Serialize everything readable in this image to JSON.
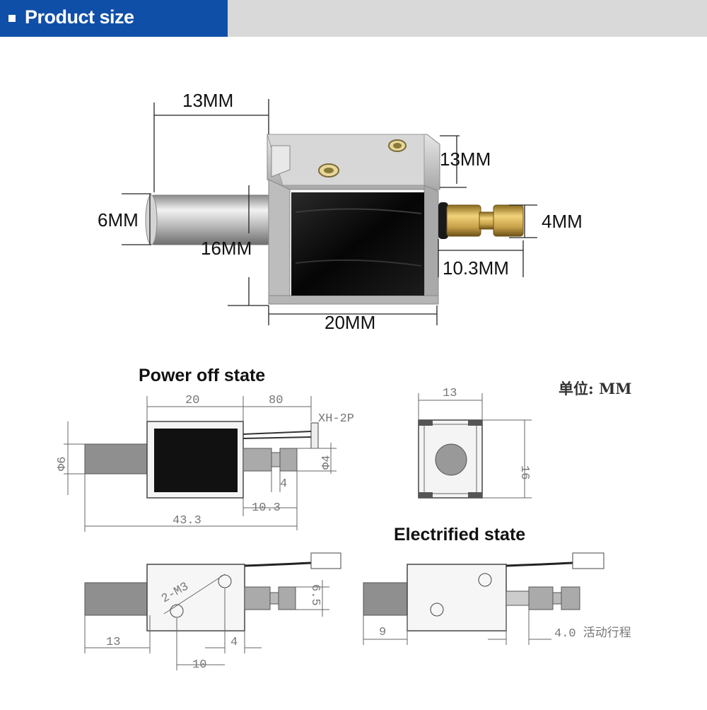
{
  "header": {
    "title": "Product size"
  },
  "colors": {
    "header_blue": "#0f4fa8",
    "header_gray": "#d9d9d9",
    "brass": "#c9a24a",
    "metal": "#c8c8c8"
  },
  "photo_dims": {
    "top_width": "13MM",
    "right_height": "13MM",
    "plunger_dia": "6MM",
    "body_height": "16MM",
    "shaft_dia": "4MM",
    "shaft_len": "10.3MM",
    "body_width": "20MM"
  },
  "drawing": {
    "power_off_title": "Power off state",
    "electrified_title": "Electrified state",
    "unit_label": "单位: MM",
    "connector": "XH-2P",
    "d20": "20",
    "d80": "80",
    "d_phi6": "Φ6",
    "d_phi4": "Φ4",
    "d4": "4",
    "d10_3": "10.3",
    "d43_3": "43.3",
    "side_13": "13",
    "side_16": "16",
    "holes": "2-M3",
    "d6_5": "6.5",
    "b13": "13",
    "b4": "4",
    "b10": "10",
    "e9": "9",
    "stroke": "4.0 活动行程"
  }
}
